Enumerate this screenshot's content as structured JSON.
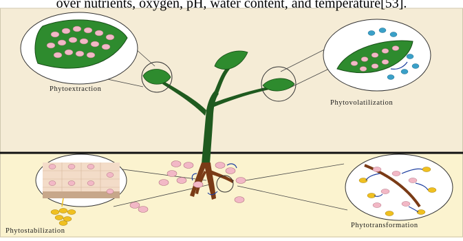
{
  "caption_fragment": "over nutrients, oxygen, pH, water content, and temperature[53].",
  "labels": {
    "phytoextraction": "Phytoextraction",
    "phytovolatilization": "Phytovolatilization",
    "phytostabilization": "Phytostabilization",
    "phytotransformation": "Phytotransformation"
  },
  "colors": {
    "sky": "#f5ecd6",
    "soil": "#fbf3cf",
    "leaf": "#2e8b2e",
    "stem": "#1f5a1f",
    "root": "#7a3b16",
    "pollutant": "#f2b8c6",
    "volatile": "#3aa0c8",
    "stabilized": "#f0c020",
    "arrow": "#1e3fa0"
  }
}
